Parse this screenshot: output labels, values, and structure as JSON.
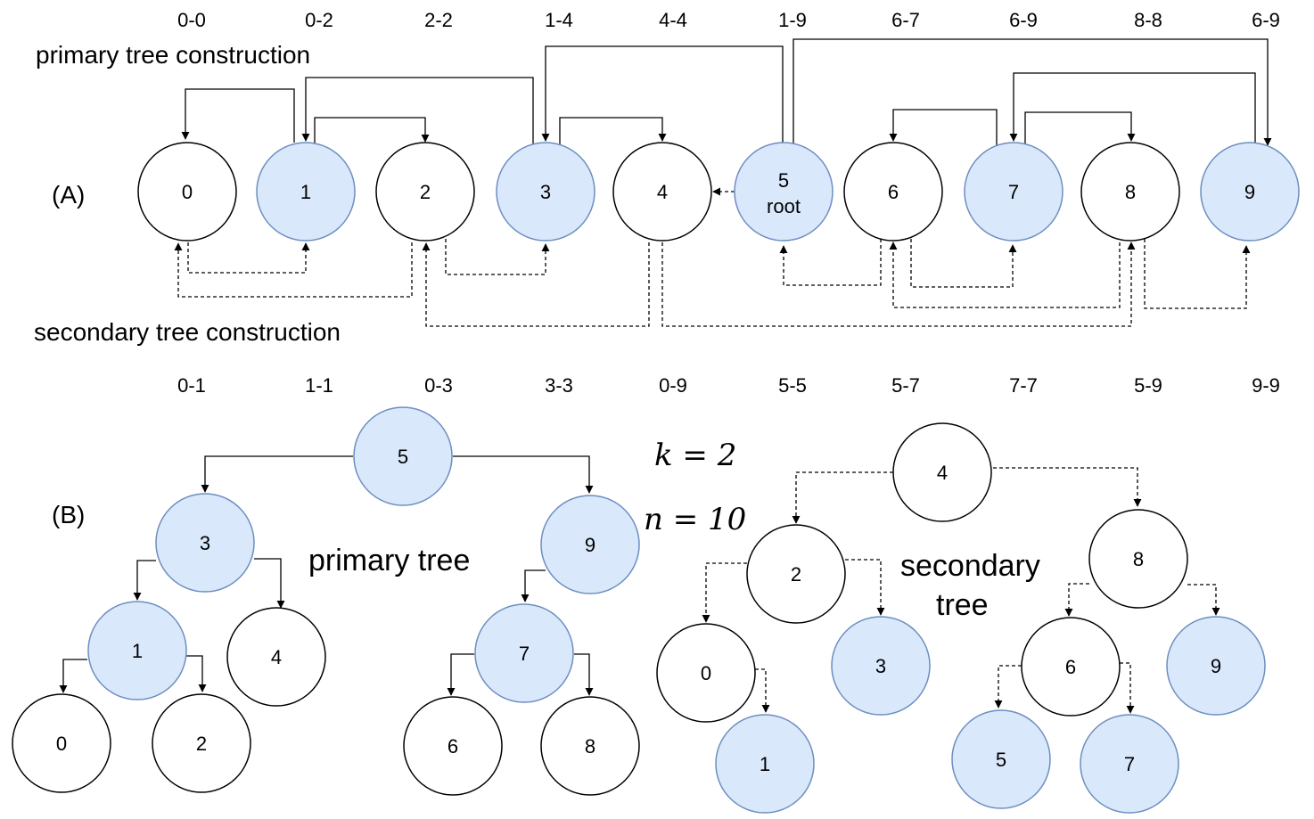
{
  "colors": {
    "highlight_fill": "#dae8fc",
    "highlight_stroke": "#6c8ebf",
    "plain_fill": "#ffffff",
    "line": "#000000"
  },
  "panel_a": {
    "marker": "(A)",
    "primary_caption": "primary tree construction",
    "secondary_caption": "secondary tree construction",
    "top_ranges": [
      "0-0",
      "0-2",
      "2-2",
      "1-4",
      "4-4",
      "1-9",
      "6-7",
      "6-9",
      "8-8",
      "6-9"
    ],
    "bottom_ranges": [
      "0-1",
      "1-1",
      "0-3",
      "3-3",
      "0-9",
      "5-5",
      "5-7",
      "7-7",
      "5-9",
      "9-9"
    ],
    "nodes": [
      {
        "label": "0",
        "highlight": false
      },
      {
        "label": "1",
        "highlight": true
      },
      {
        "label": "2",
        "highlight": false
      },
      {
        "label": "3",
        "highlight": true
      },
      {
        "label": "4",
        "highlight": false
      },
      {
        "label": "5",
        "sub": "root",
        "highlight": true
      },
      {
        "label": "6",
        "highlight": false
      },
      {
        "label": "7",
        "highlight": true
      },
      {
        "label": "8",
        "highlight": false
      },
      {
        "label": "9",
        "highlight": true
      }
    ]
  },
  "panel_b": {
    "marker": "(B)",
    "k_label": "k = 2",
    "n_label": "n = 10",
    "primary_caption": "primary tree",
    "secondary_caption_line1": "secondary",
    "secondary_caption_line2": "tree",
    "primary_nodes": [
      {
        "label": "5",
        "highlight": true
      },
      {
        "label": "3",
        "highlight": true
      },
      {
        "label": "9",
        "highlight": true
      },
      {
        "label": "1",
        "highlight": true
      },
      {
        "label": "4",
        "highlight": false
      },
      {
        "label": "7",
        "highlight": true
      },
      {
        "label": "0",
        "highlight": false
      },
      {
        "label": "2",
        "highlight": false
      },
      {
        "label": "6",
        "highlight": false
      },
      {
        "label": "8",
        "highlight": false
      }
    ],
    "secondary_nodes": [
      {
        "label": "4",
        "highlight": false
      },
      {
        "label": "2",
        "highlight": false
      },
      {
        "label": "8",
        "highlight": false
      },
      {
        "label": "0",
        "highlight": false
      },
      {
        "label": "3",
        "highlight": true
      },
      {
        "label": "6",
        "highlight": false
      },
      {
        "label": "9",
        "highlight": true
      },
      {
        "label": "1",
        "highlight": true
      },
      {
        "label": "5",
        "highlight": true
      },
      {
        "label": "7",
        "highlight": true
      }
    ]
  }
}
